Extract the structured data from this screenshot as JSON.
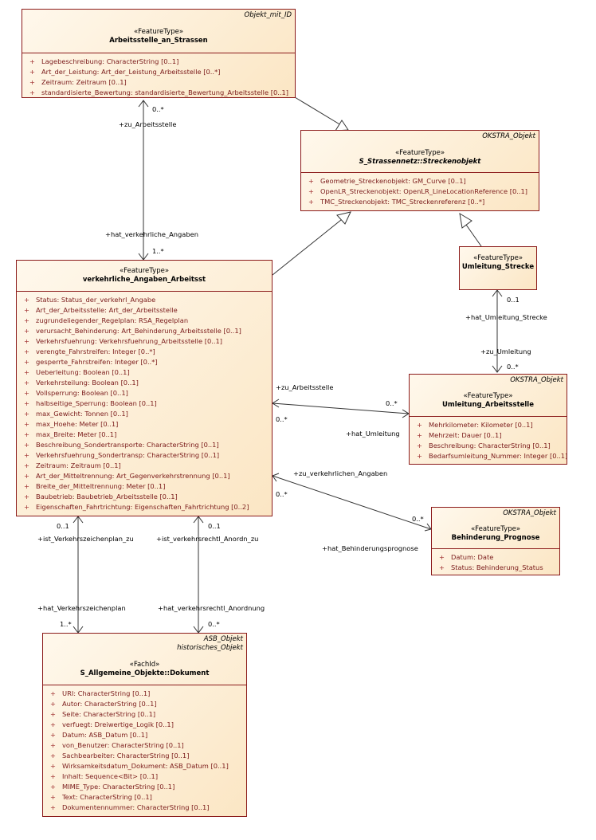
{
  "classes": {
    "arbeitsstelle": {
      "tag": "Objekt_mit_ID",
      "stereotype": "«FeatureType»",
      "name": "Arbeitsstelle_an_Strassen",
      "attributes": [
        "Lagebeschreibung: CharacterString [0..1]",
        "Art_der_Leistung: Art_der_Leistung_Arbeitsstelle [0..*]",
        "Zeitraum: Zeitraum [0..1]",
        "standardisierte_Bewertung: standardisierte_Bewertung_Arbeitsstelle [0..1]"
      ]
    },
    "streckenobjekt": {
      "tag": "OKSTRA_Objekt",
      "stereotype": "«FeatureType»",
      "name": "S_Strassennetz::Streckenobjekt",
      "attributes": [
        "Geometrie_Streckenobjekt: GM_Curve [0..1]",
        "OpenLR_Streckenobjekt: OpenLR_LineLocationReference [0..1]",
        "TMC_Streckenobjekt: TMC_Streckenreferenz [0..*]"
      ]
    },
    "umleitung_strecke": {
      "stereotype": "«FeatureType»",
      "name": "Umleitung_Strecke"
    },
    "verkehrliche": {
      "stereotype": "«FeatureType»",
      "name": "verkehrliche_Angaben_Arbeitsst",
      "attributes": [
        "Status: Status_der_verkehrl_Angabe",
        "Art_der_Arbeitsstelle: Art_der_Arbeitsstelle",
        "zugrundeliegender_Regelplan: RSA_Regelplan",
        "verursacht_Behinderung: Art_Behinderung_Arbeitsstelle [0..1]",
        "Verkehrsfuehrung: Verkehrsfuehrung_Arbeitsstelle [0..1]",
        "verengte_Fahrstreifen: Integer [0..*]",
        "gesperrte_Fahrstreifen: Integer [0..*]",
        "Ueberleitung: Boolean [0..1]",
        "Verkehrsteilung: Boolean [0..1]",
        "Vollsperrung: Boolean [0..1]",
        "halbseitige_Sperrung: Boolean [0..1]",
        "max_Gewicht: Tonnen [0..1]",
        "max_Hoehe: Meter [0..1]",
        "max_Breite: Meter [0..1]",
        "Beschreibung_Sondertransporte: CharacterString [0..1]",
        "Verkehrsfuehrung_Sondertransp: CharacterString [0..1]",
        "Zeitraum: Zeitraum [0..1]",
        "Art_der_Mitteltrennung: Art_Gegenverkehrstrennung [0..1]",
        "Breite_der_Mitteltrennung: Meter [0..1]",
        "Baubetrieb: Baubetrieb_Arbeitsstelle [0..1]",
        "Eigenschaften_Fahrtrichtung: Eigenschaften_Fahrtrichtung [0..2]"
      ]
    },
    "umleitung_arbeitsstelle": {
      "tag": "OKSTRA_Objekt",
      "stereotype": "«FeatureType»",
      "name": "Umleitung_Arbeitsstelle",
      "attributes": [
        "Mehrkilometer: Kilometer [0..1]",
        "Mehrzeit: Dauer [0..1]",
        "Beschreibung: CharacterString [0..1]",
        "Bedarfsumleitung_Nummer: Integer [0..1]"
      ]
    },
    "behinderung": {
      "tag": "OKSTRA_Objekt",
      "stereotype": "«FeatureType»",
      "name": "Behinderung_Prognose",
      "attributes": [
        "Datum: Date",
        "Status: Behinderung_Status"
      ]
    },
    "dokument": {
      "tag": "ASB_Objekt",
      "tag2": "historisches_Objekt",
      "stereotype": "«FachId»",
      "name": "S_Allgemeine_Objekte::Dokument",
      "attributes": [
        "URI: CharacterString [0..1]",
        "Autor: CharacterString [0..1]",
        "Seite: CharacterString [0..1]",
        "verfuegt: Dreiwertige_Logik [0..1]",
        "Datum: ASB_Datum [0..1]",
        "von_Benutzer: CharacterString [0..1]",
        "Sachbearbeiter: CharacterString [0..1]",
        "Wirksamkeitsdatum_Dokument: ASB_Datum [0..1]",
        "Inhalt: Sequence<Bit> [0..1]",
        "MIME_Type: CharacterString [0..1]",
        "Text: CharacterString [0..1]",
        "Dokumentennummer: CharacterString [0..1]"
      ]
    }
  },
  "visibility": "+",
  "labels": {
    "a1_mult": "0..*",
    "a1_role": "+zu_Arbeitsstelle",
    "a2_role": "+hat_verkehrliche_Angaben",
    "a2_mult": "1..*",
    "a3_mult": "0..1",
    "a3_role": "+hat_Umleitung_Strecke",
    "a4_role": "+zu_Umleitung",
    "a4_mult": "0..*",
    "a5_role_left": "+zu_Arbeitsstelle",
    "a5_mult_right": "0..*",
    "a5_mult_left": "0..*",
    "a5_role_right": "+hat_Umleitung",
    "a6_role_left": "+zu_verkehrlichen_Angaben",
    "a6_mult_left": "0..*",
    "a6_mult_right": "0..*",
    "a6_role_right": "+hat_Behinderungsprognose",
    "a7_mult": "0..1",
    "a7_role": "+ist_Verkehrszeichenplan_zu",
    "a7b_role": "+hat_Verkehrszeichenplan",
    "a7b_mult": "1..*",
    "a8_mult": "0..1",
    "a8_role": "+ist_verkehrsrechtl_Anordn_zu",
    "a8b_role": "+hat_verkehrsrechtl_Anordnung",
    "a8b_mult": "0..*"
  }
}
